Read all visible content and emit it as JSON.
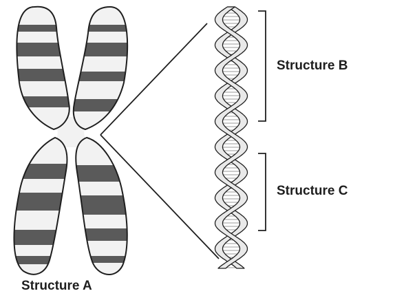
{
  "labels": {
    "structure_a": "Structure A",
    "structure_b": "Structure B",
    "structure_c": "Structure C"
  },
  "colors": {
    "outline": "#1e1e1e",
    "chromatid_fill": "#f2f2f2",
    "band_dark": "#5a5a5a",
    "helix_fill": "#e9e9e9",
    "helix_rung": "#9a9a9a",
    "background": "#ffffff"
  }
}
